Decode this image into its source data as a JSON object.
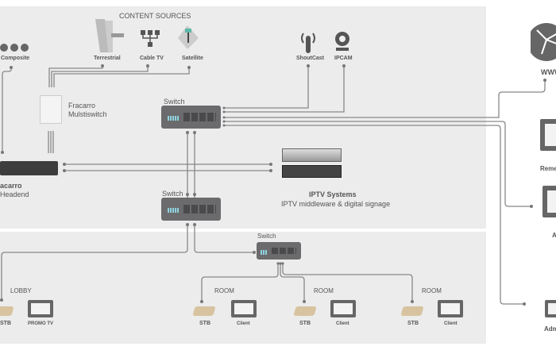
{
  "content_sources": {
    "title": "CONTENT SOURCES",
    "terrestrial": "Terrestrial",
    "cable_tv": "Cable TV",
    "satellite": "Satellite",
    "composite": "Composite",
    "shoutcast": "ShoutCast",
    "ipcam": "IPCAM"
  },
  "multiswitch": {
    "line1": "Fracarro",
    "line2": "Mulstiswitch"
  },
  "headend": {
    "line1": "acarro",
    "line2": "Headend"
  },
  "switches": {
    "s1": "Switch",
    "s2": "Switch",
    "s3": "Switch"
  },
  "iptv": {
    "title": "IPTV Systems",
    "subtitle": "IPTV middleware & digital signage"
  },
  "lobby": {
    "title": "LOBBY",
    "stb": "STB",
    "tv": "PROMO TV"
  },
  "rooms": [
    {
      "title": "ROOM",
      "stb": "STB",
      "client": "Client"
    },
    {
      "title": "ROOM",
      "stb": "STB",
      "client": "Client"
    },
    {
      "title": "ROOM",
      "stb": "STB",
      "client": "Client"
    }
  ],
  "right": {
    "www": "WWW",
    "remote": "Reme",
    "a": "A",
    "admin": "Adm"
  }
}
